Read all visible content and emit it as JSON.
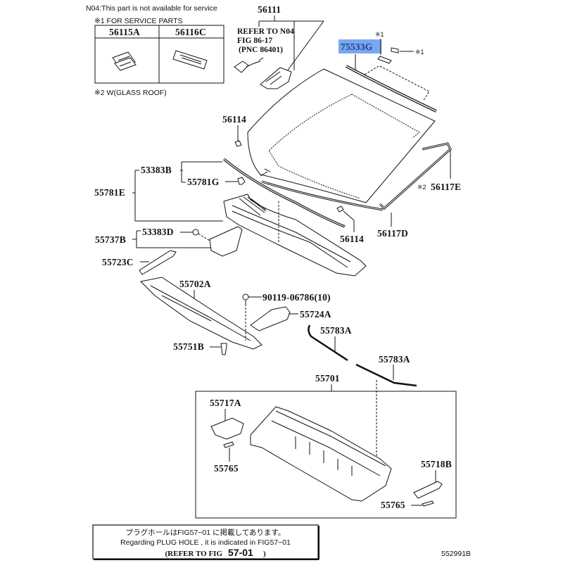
{
  "header": {
    "availability_note": "N04:This part is not available for service",
    "service_parts_title": "※1 FOR SERVICE PARTS",
    "glass_roof_note": "※2 W(GLASS ROOF)"
  },
  "service_parts_table": {
    "columns": [
      "56115A",
      "56116C"
    ]
  },
  "refer_block": {
    "line1": "REFER TO N04",
    "line2": "FIG 86-17",
    "line3": "(PNC 86401)"
  },
  "markers": {
    "note1": "※1",
    "note2": "※2"
  },
  "highlight_color": "#7aa7f0",
  "parts": {
    "p56111": "56111",
    "p75533G": "75533G",
    "p56114_top": "56114",
    "p56114_bottom": "56114",
    "p53383B": "53383B",
    "p55781G": "55781G",
    "p55781E": "55781E",
    "p56117E": "56117E",
    "p56117D": "56117D",
    "p55737B": "55737B",
    "p53383D": "53383D",
    "p55723C": "55723C",
    "p55702A": "55702A",
    "p90119": "90119-06786(10)",
    "p55724A": "55724A",
    "p55783A_1": "55783A",
    "p55783A_2": "55783A",
    "p55751B": "55751B",
    "p55701": "55701",
    "p55717A": "55717A",
    "p55765_left": "55765",
    "p55718B": "55718B",
    "p55765_right": "55765"
  },
  "footer_note": {
    "line_jp": "プラグホールはFIG57−01 に掲載してあります。",
    "line_en": "Regarding PLUG HOLE , it is indicated in FIG57−01",
    "line_refer_prefix": "(REFER TO FIG",
    "line_refer_fig": "57-01",
    "line_refer_suffix": ")"
  },
  "diagram_id": "552991B"
}
